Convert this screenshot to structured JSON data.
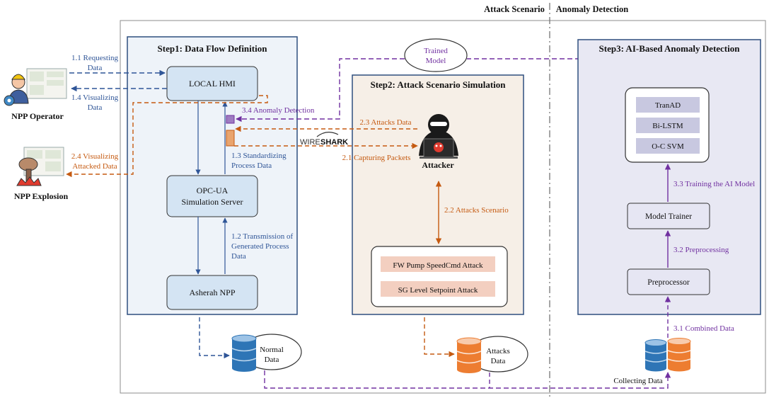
{
  "header": {
    "attack_scenario": "Attack Scenario",
    "anomaly_detection": "Anomaly Detection"
  },
  "step1": {
    "title": "Step1: Data Flow Definition",
    "local_hmi": "LOCAL HMI",
    "opcua_line1": "OPC-UA",
    "opcua_line2": "Simulation Server",
    "asherah": "Asherah NPP"
  },
  "step2": {
    "title": "Step2: Attack Scenario Simulation",
    "attacker": "Attacker",
    "attack1": "FW Pump SpeedCmd Attack",
    "attack2": "SG Level Setpoint Attack",
    "wireshark_a": "WIRE",
    "wireshark_b": "SHARK"
  },
  "step3": {
    "title": "Step3: AI-Based Anomaly Detection",
    "models": [
      "TranAD",
      "Bi-LSTM",
      "O-C SVM"
    ],
    "trainer": "Model Trainer",
    "preprocessor": "Preprocessor"
  },
  "trained_model": {
    "line1": "Trained",
    "line2": "Model"
  },
  "actors": {
    "operator": "NPP Operator",
    "explosion": "NPP Explosion"
  },
  "flows": {
    "f11_a": "1.1 Requesting",
    "f11_b": "Data",
    "f14_a": "1.4 Visualizing",
    "f14_b": "Data",
    "f24_a": "2.4 Visualizing",
    "f24_b": "Attacked Data",
    "f34": "3.4 Anomaly Detection",
    "f23": "2.3 Attacks Data",
    "f21": "2.1 Capturing Packets",
    "f13_a": "1.3 Standardizing",
    "f13_b": "Process Data",
    "f12_a": "1.2 Transmission of",
    "f12_b": "Generated Process",
    "f12_c": "Data",
    "f22": "2.2 Attacks Scenario",
    "f33": "3.3 Training the AI Model",
    "f32": "3.2 Preprocessing",
    "f31": "3.1 Combined Data"
  },
  "storage": {
    "normal_a": "Normal",
    "normal_b": "Data",
    "attacks_a": "Attacks",
    "attacks_b": "Data",
    "collecting": "Collecting Data"
  },
  "colors": {
    "blue": "#2f5597",
    "orange": "#c55a11",
    "purple": "#7030a0",
    "box_fill": "#dae7f3"
  }
}
